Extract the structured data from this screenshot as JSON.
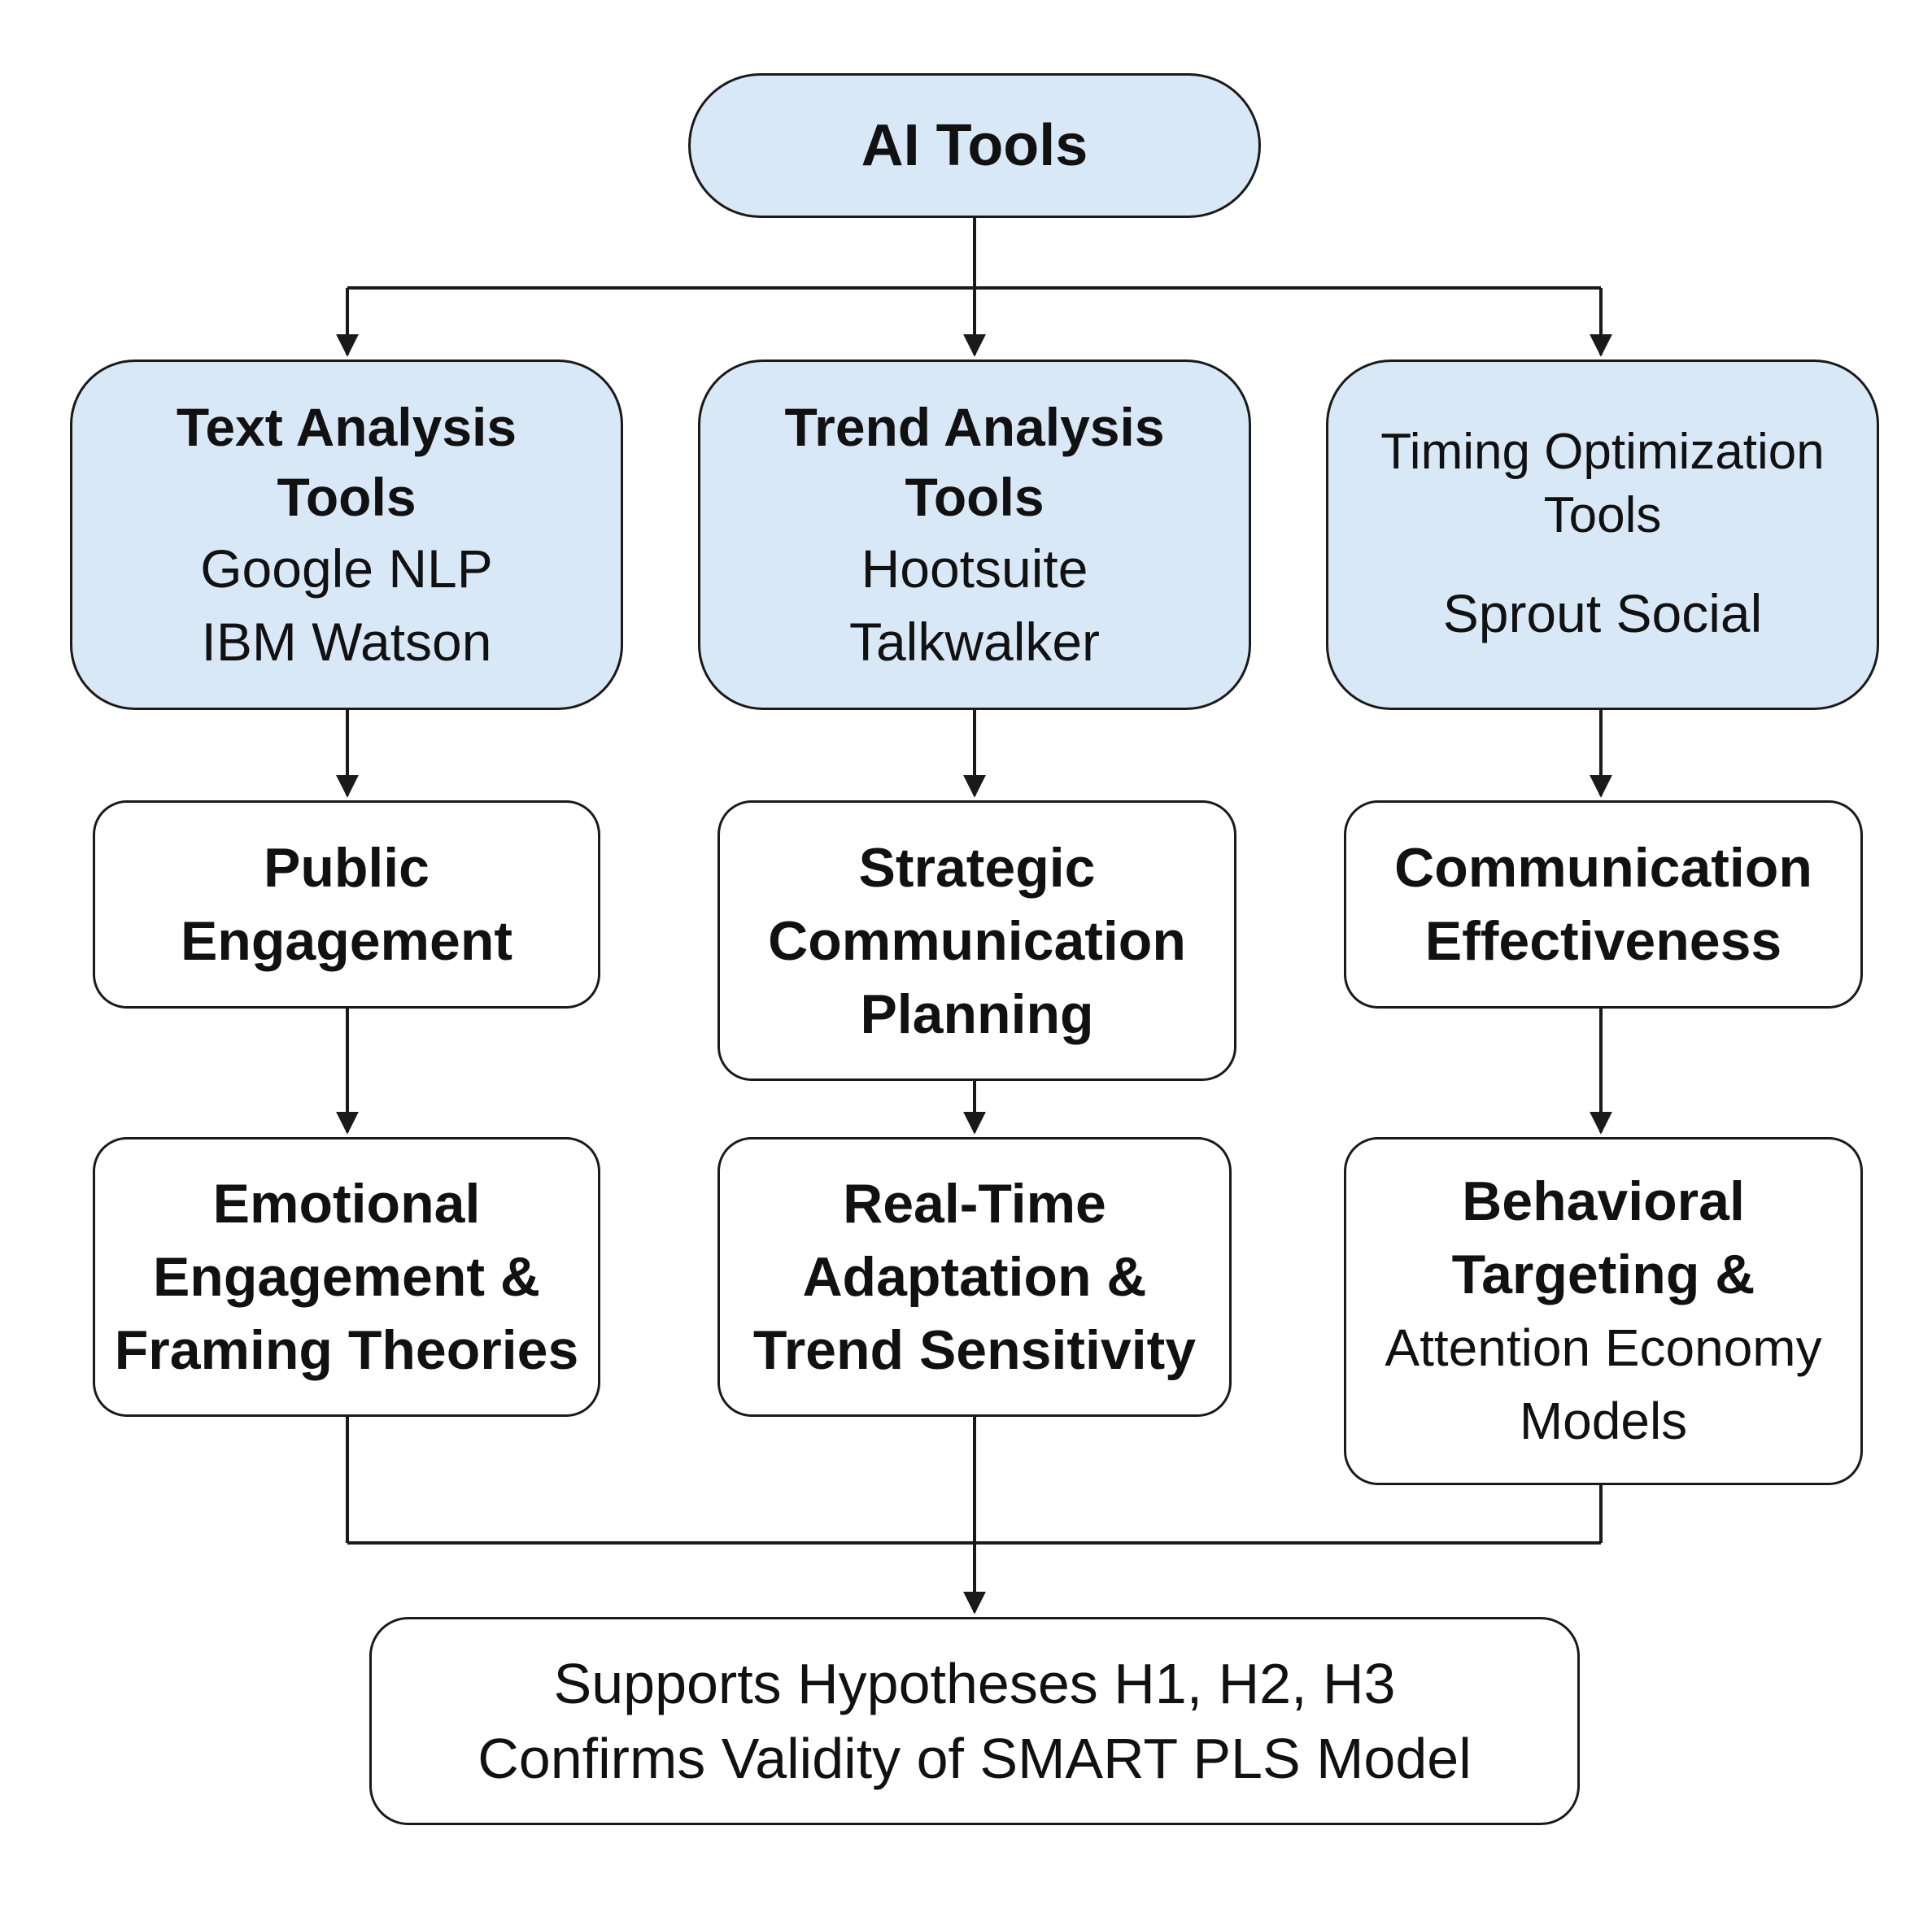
{
  "root": {
    "label": "AI Tools"
  },
  "tools": [
    {
      "title": [
        "Text Analysis",
        "Tools"
      ],
      "examples": [
        "Google NLP",
        "IBM Watson"
      ]
    },
    {
      "title": [
        "Trend Analysis",
        "Tools"
      ],
      "examples": [
        "Hootsuite",
        "Talkwalker"
      ]
    },
    {
      "title": [
        "Timing Optimization",
        "Tools"
      ],
      "examples": [
        "Sprout Social"
      ]
    }
  ],
  "concepts": [
    {
      "lines": [
        "Public",
        "Engagement"
      ]
    },
    {
      "lines": [
        "Strategic",
        "Communication",
        "Planning"
      ]
    },
    {
      "lines": [
        "Communication",
        "Effectiveness"
      ]
    }
  ],
  "theories": [
    {
      "lines": [
        "Emotional",
        "Engagement &",
        "Framing Theories"
      ]
    },
    {
      "lines": [
        "Real-Time",
        "Adaptation &",
        "Trend Sensitivity"
      ]
    },
    {
      "lines": [
        "Behavioral",
        "Targeting &",
        "Attention Economy",
        "Models"
      ]
    }
  ],
  "result": {
    "lines": [
      "Supports Hypotheses H1, H2, H3",
      "Confirms Validity of SMART PLS Model"
    ]
  },
  "colors": {
    "tool_fill": "#d9e8f7",
    "stroke": "#1a1a1a",
    "text": "#111111"
  }
}
